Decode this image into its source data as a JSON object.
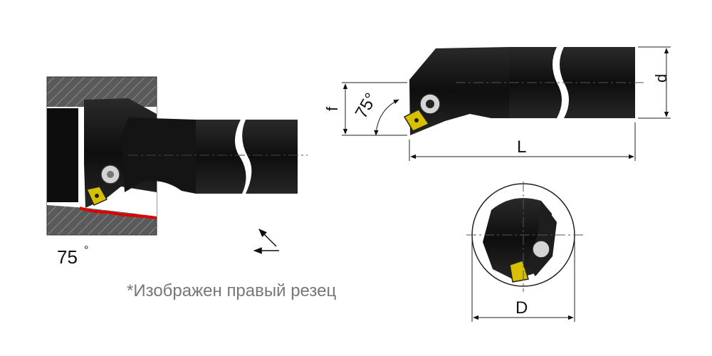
{
  "labels": {
    "angle_left": "75",
    "degree_mark": "°",
    "angle_right": "75°",
    "f": "f",
    "d": "d",
    "L": "L",
    "D": "D",
    "note": "*Изображен правый резец"
  },
  "colors": {
    "body": "#101010",
    "body_shade": "#3c3c3c",
    "hatch_bg": "#5a5a5a",
    "insert": "#d8c000",
    "cut_line": "#e10000",
    "screw": "#d4d4d4"
  },
  "icons": {
    "feed_arrows": "feed-direction-arrows-icon"
  }
}
